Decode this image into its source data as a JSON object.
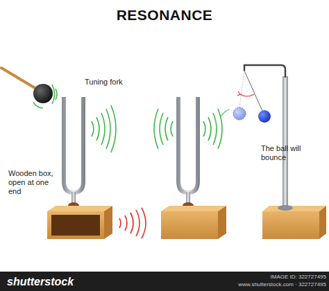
{
  "diagram": {
    "title": "RESONANCE",
    "labels": [
      "Tuning fork",
      "Wooden box, open at one end",
      "The ball will bounce",
      "shutterstock",
      "IMAGE ID: 322727495",
      "www.shutterstock.com · 322727495"
    ]
  }
}
